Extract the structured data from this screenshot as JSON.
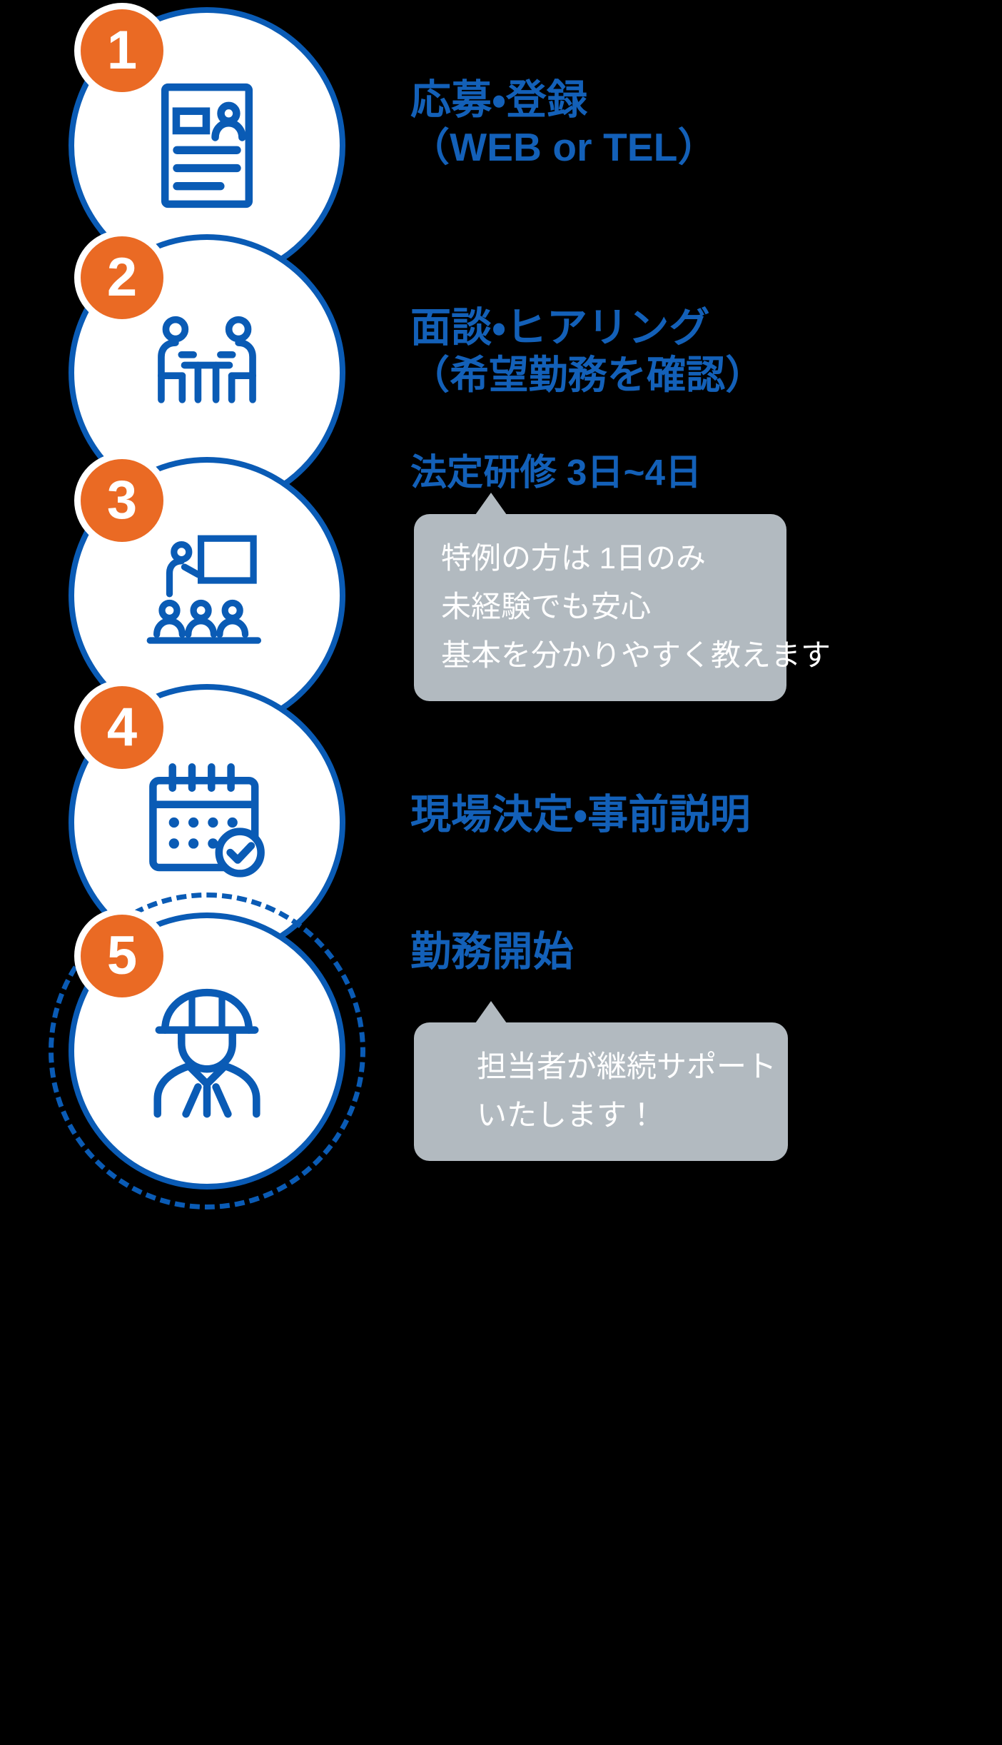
{
  "theme": {
    "background": "#000000",
    "brand_blue": "#0a5bb5",
    "text_blue": "#1360b8",
    "badge_orange": "#ea6a24",
    "tooltip_gray": "#b2bac0",
    "circle_fill": "#ffffff",
    "tooltip_text": "#ffffff"
  },
  "flow": {
    "steps": [
      {
        "number": "1",
        "icon": "resume-document-icon",
        "lines": [
          "応募・登録",
          "（WEB or TEL）"
        ],
        "tooltip": null,
        "ring": "solid"
      },
      {
        "number": "2",
        "icon": "interview-two-people-icon",
        "lines": [
          "面談・ヒアリング",
          "（希望勤務を確認）"
        ],
        "tooltip": null,
        "ring": "solid"
      },
      {
        "number": "3",
        "icon": "training-presentation-icon",
        "lines": [
          "法定研修 3日~4日"
        ],
        "tooltip": {
          "lines": [
            "特例の方は 1日のみ",
            "未経験でも安心",
            "基本を分かりやすく教えます"
          ]
        },
        "ring": "solid"
      },
      {
        "number": "4",
        "icon": "calendar-check-icon",
        "lines": [
          "現場決定・事前説明"
        ],
        "tooltip": null,
        "ring": "solid"
      },
      {
        "number": "5",
        "icon": "worker-helmet-icon",
        "lines": [
          "勤務開始"
        ],
        "tooltip": {
          "lines": [
            "担当者が継続サポート",
            "いたします！"
          ]
        },
        "ring": "dashed"
      }
    ]
  }
}
